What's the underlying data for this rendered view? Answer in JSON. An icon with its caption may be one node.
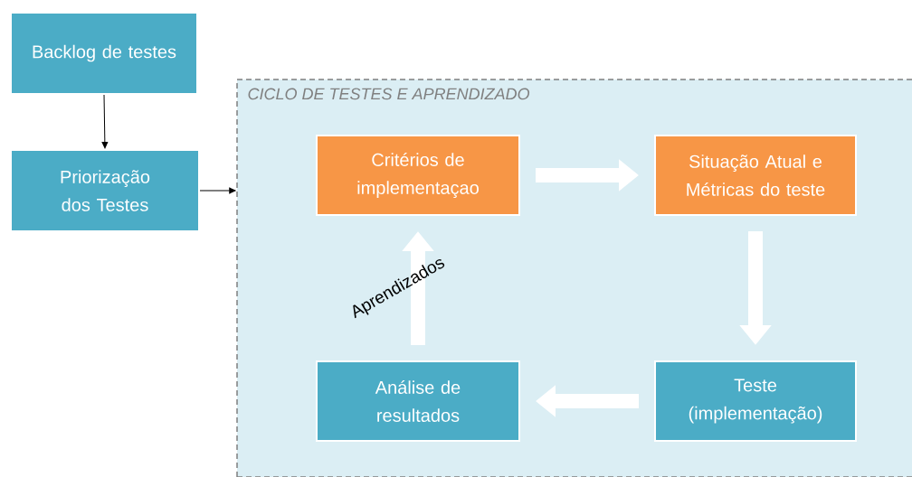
{
  "diagram": {
    "nodes": [
      {
        "text": [
          "Backlog de testes"
        ]
      },
      {
        "text": [
          "Priorização dos Testes"
        ]
      },
      {
        "text": [
          "CICLO DE TESTES E APRENDIZADO"
        ]
      },
      {
        "text": [
          "Critérios de implementaçao"
        ],
        "in": 2
      },
      {
        "text": [
          "Situação Atual e Métricas do teste"
        ],
        "in": 2
      },
      {
        "text": [
          "Análise de resultados"
        ],
        "in": 2
      },
      {
        "text": [
          "Teste (implementação)"
        ],
        "in": 2
      }
    ],
    "edges": [
      {
        "from": 0,
        "to": 1,
        "arrow": "to",
        "color": "#000000"
      },
      {
        "from": 1,
        "to": 2,
        "arrow": "to",
        "color": "#000000"
      },
      {
        "from": 3,
        "to": 4,
        "arrow": "to"
      },
      {
        "from": 4,
        "to": 6,
        "arrow": "to"
      },
      {
        "from": 6,
        "to": 5,
        "arrow": "to"
      },
      {
        "from": 5,
        "to": 3,
        "arrow": "to",
        "label": "Aprendizados"
      }
    ]
  }
}
